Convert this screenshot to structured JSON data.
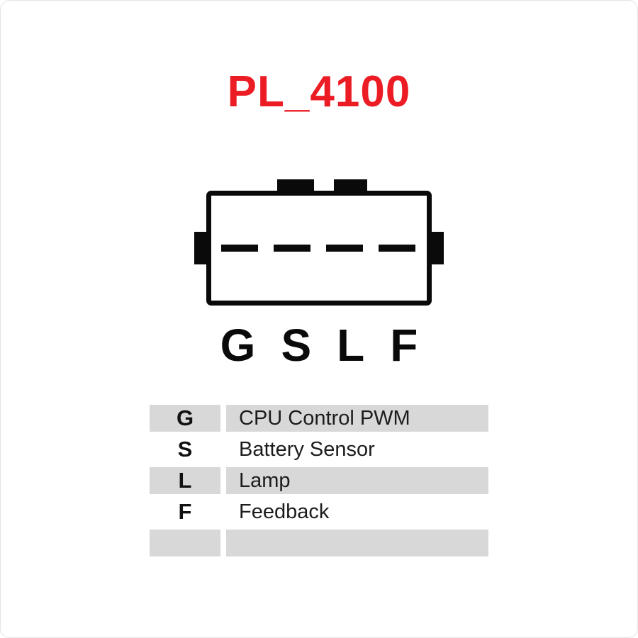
{
  "title": "PL_4100",
  "colors": {
    "accent_red": "#ec1c24",
    "ink_black": "#0a0a0a",
    "row_gray": "#d8d8d8"
  },
  "pin_labels": [
    "G",
    "S",
    "L",
    "F"
  ],
  "legend": {
    "rows": [
      {
        "pin": "G",
        "description": "CPU Control PWM"
      },
      {
        "pin": "S",
        "description": "Battery Sensor"
      },
      {
        "pin": "L",
        "description": "Lamp"
      },
      {
        "pin": "F",
        "description": "Feedback"
      },
      {
        "pin": "",
        "description": ""
      }
    ]
  }
}
